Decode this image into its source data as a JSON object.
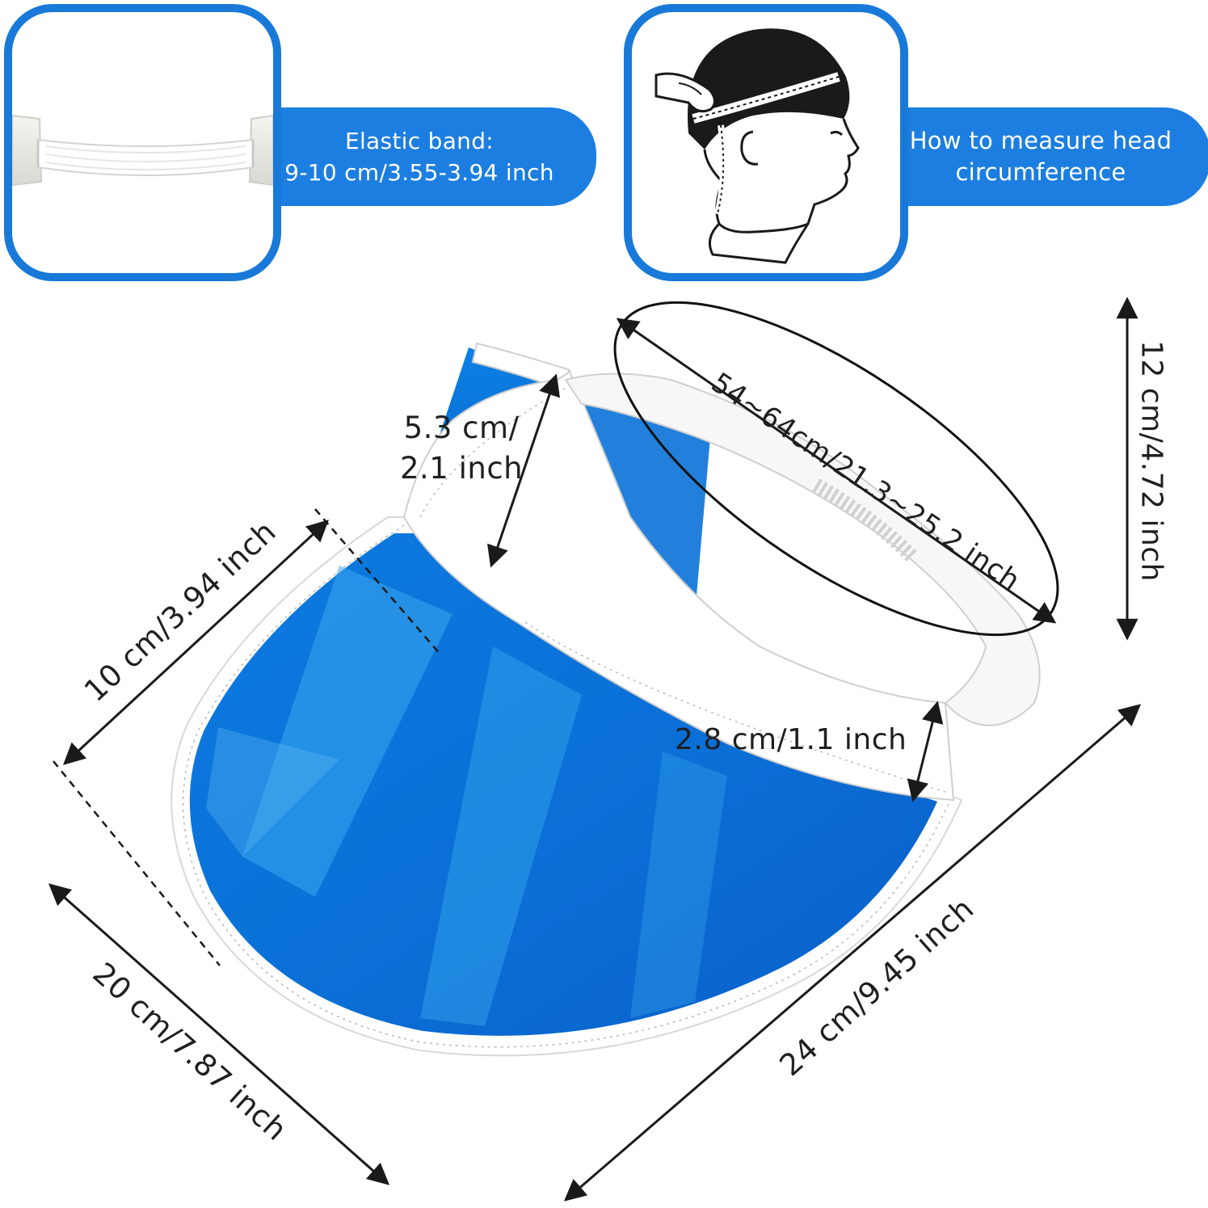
{
  "elastic_panel": {
    "line1": "Elastic band:",
    "line2": "9-10 cm/3.55-3.94 inch"
  },
  "measure_panel": {
    "line1": "How to measure head",
    "line2": "circumference"
  },
  "dimensions": {
    "band_height_line1": "5.3 cm/",
    "band_height_line2": "2.1 inch",
    "circumference": "54~64cm/21.3~25.2 inch",
    "total_height": "12 cm/4.72 inch",
    "brim_depth": "10 cm/3.94 inch",
    "strap_width": "2.8 cm/1.1 inch",
    "brim_width": "20 cm/7.87 inch",
    "total_length": "24 cm/9.45 inch"
  },
  "colors": {
    "panel_blue": "#1879d8",
    "visor_blue": "#0a72d8",
    "visor_light": "#3aa8ee",
    "trim_white": "#ffffff"
  }
}
